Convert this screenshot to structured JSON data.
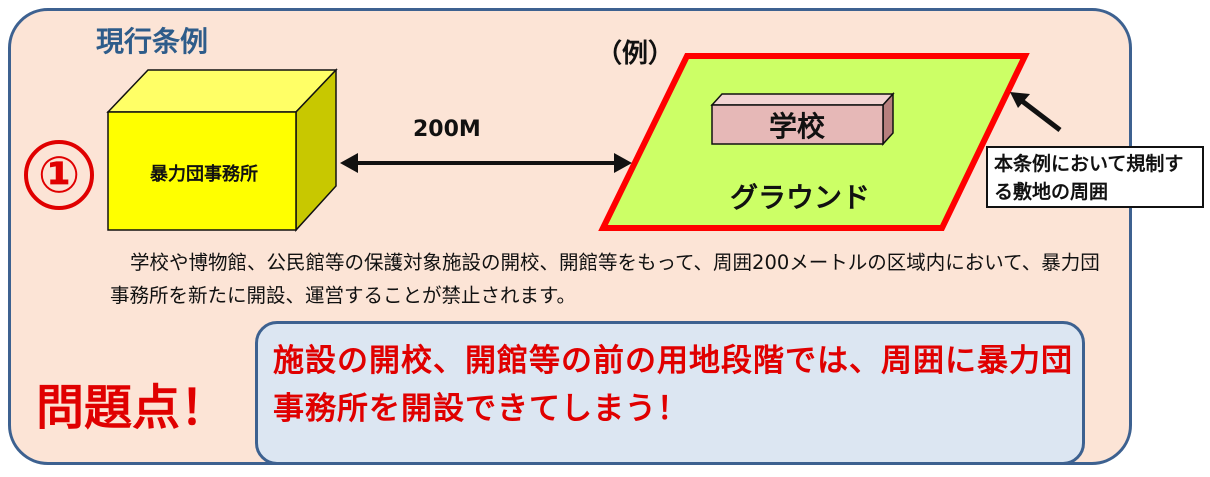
{
  "title": "現行条例",
  "example": "（例）",
  "number": "①",
  "distance": "200M",
  "office": "暴力団事務所",
  "school": "学校",
  "ground": "グラウンド",
  "note": "本条例において規制する敷地の周囲",
  "description": "学校や博物館、公民館等の保護対象施設の開校、開館等をもって、周囲200メートルの区域内において、暴力団事務所を新たに開設、運営することが禁止されます。",
  "problem_label": "問題点！",
  "problem_text": "施設の開校、開館等の前の用地段階では、周囲に暴力団事務所を開設できてしまう！",
  "colors": {
    "panel_bg": "#fce4d6",
    "panel_border": "#3d6190",
    "title": "#2e5c8a",
    "office_front": "#ffff00",
    "office_side": "#c8c800",
    "ground_fill": "#ccff66",
    "ground_border": "#ff0000",
    "school_front": "#e6b8b7",
    "problem_red": "#e00000",
    "problem_box_bg": "#dce6f2"
  }
}
